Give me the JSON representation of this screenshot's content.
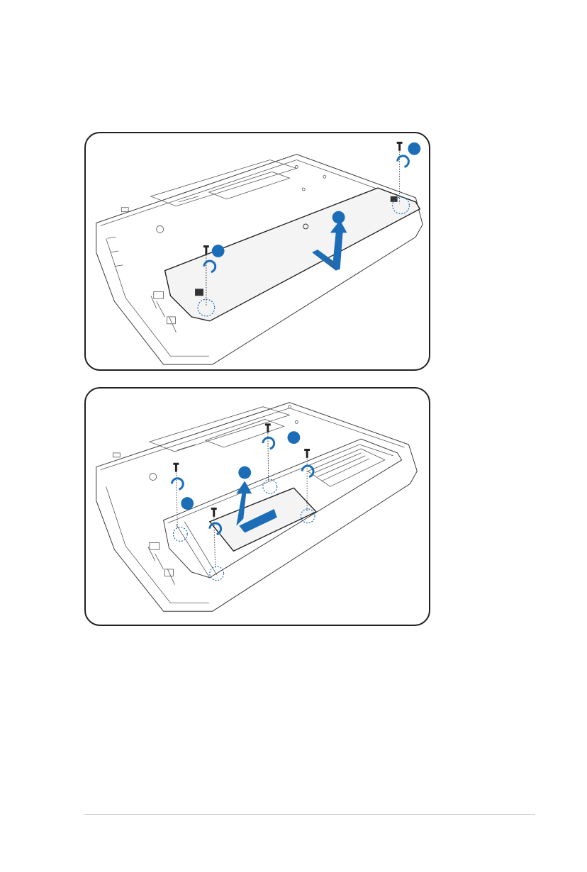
{
  "document": {
    "type": "manual illustration page",
    "figures": [
      {
        "name": "remove-bay-cover",
        "steps": [
          "",
          "",
          ""
        ],
        "icons": [
          "screw-icon",
          "rotate-counterclockwise-icon",
          "lift-arrow-icon"
        ]
      },
      {
        "name": "remove-hard-drive-bracket",
        "steps": [
          "",
          "",
          ""
        ],
        "icons": [
          "screw-icon",
          "rotate-counterclockwise-icon",
          "slide-lift-arrow-icon"
        ]
      }
    ],
    "accent_color": "#1b6db7",
    "footer_rule_color": "#bdbdbd"
  }
}
